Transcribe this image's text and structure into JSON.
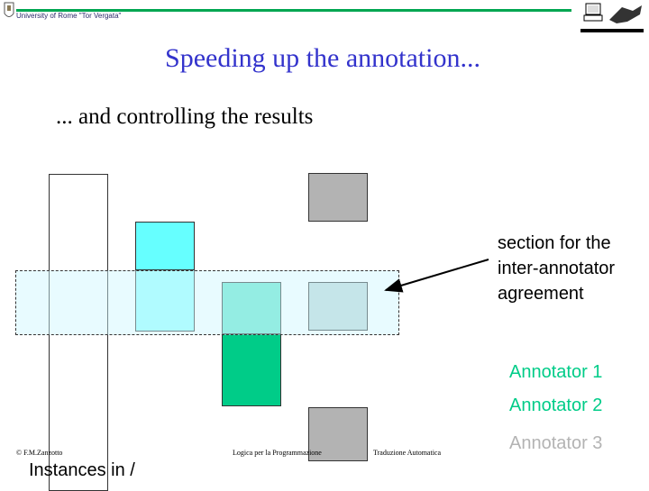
{
  "header": {
    "university_name": "University of Rome \"Tor Vergata\"",
    "accent_color": "#00a651"
  },
  "slide": {
    "title": "Speeding up the annotation...",
    "subtitle": "... and controlling the results"
  },
  "callout": {
    "lines": [
      "section for the",
      "inter-annotator",
      "agreement"
    ]
  },
  "legend": {
    "items": [
      {
        "label": "Annotator 1",
        "color": "#00cc88"
      },
      {
        "label": "Annotator 2",
        "color": "#00cc88"
      },
      {
        "label": "Annotator 3",
        "color": "#b3b3b3"
      }
    ]
  },
  "footer": {
    "author": "© F.M.Zanzotto",
    "course_left": "Logica per la Programmazione",
    "course_right": "Traduzione Automatica"
  },
  "labels": {
    "instances": "Instances in /"
  },
  "icons": {
    "university_logo": "university-crest-icon",
    "lab_logo": "lab-computer-logo-icon"
  }
}
